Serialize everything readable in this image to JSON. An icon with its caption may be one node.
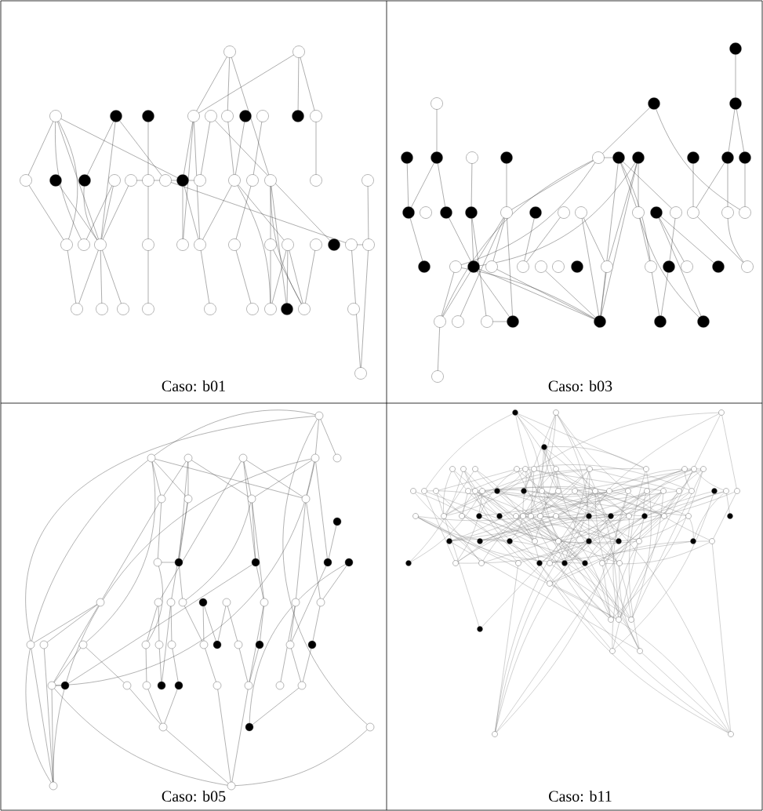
{
  "diagram": {
    "labels": [
      "Caso: b01",
      "Caso: b03",
      "Caso: b05",
      "Caso: b11"
    ]
  }
}
